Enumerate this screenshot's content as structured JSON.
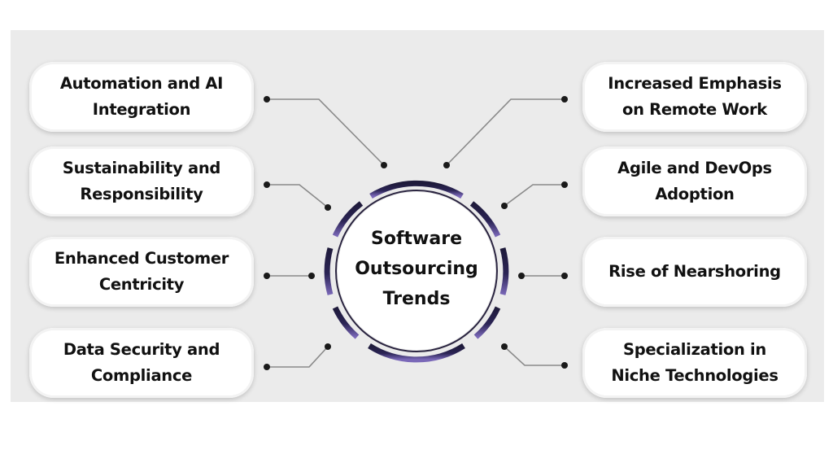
{
  "diagram": {
    "center": {
      "title_lines": [
        "Software",
        "Outsourcing",
        "Trends"
      ]
    },
    "left_items": [
      {
        "lines": [
          "Automation and AI",
          "Integration"
        ]
      },
      {
        "lines": [
          "Sustainability and",
          "Responsibility"
        ]
      },
      {
        "lines": [
          "Enhanced Customer",
          "Centricity"
        ]
      },
      {
        "lines": [
          "Data Security and",
          "Compliance"
        ]
      }
    ],
    "right_items": [
      {
        "lines": [
          "Increased Emphasis",
          "on Remote Work"
        ]
      },
      {
        "lines": [
          "Agile and DevOps",
          "Adoption"
        ]
      },
      {
        "lines": [
          "Rise of Nearshoring"
        ]
      },
      {
        "lines": [
          "Specialization in",
          "Niche Technologies"
        ]
      }
    ],
    "colors": {
      "panel_bg": "#ebebeb",
      "card_bg": "#ffffff",
      "ring_dark": "#1e1a3a",
      "ring_purple": "#6a55a8",
      "connector": "#8a8a8a",
      "dot": "#1a1a1a"
    }
  }
}
